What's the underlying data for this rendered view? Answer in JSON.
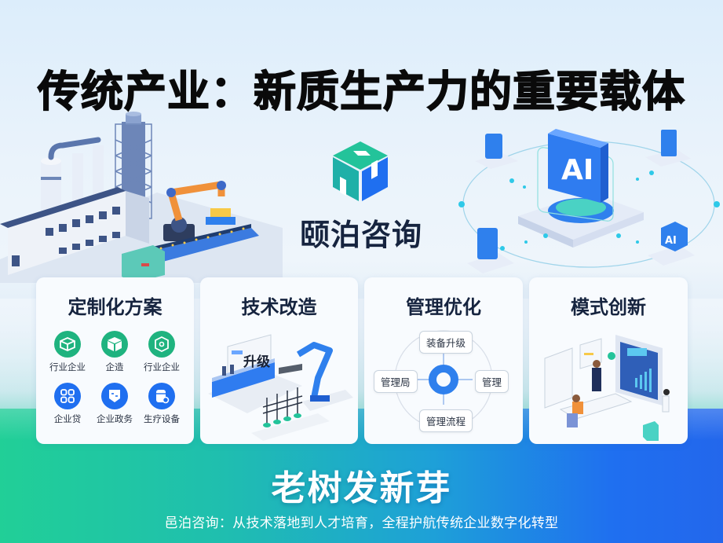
{
  "header": {
    "title": "传统产业：新质生产力的重要载体"
  },
  "brand": {
    "name": "颐泊咨询",
    "logo_icon": "cube-logo-icon",
    "colors": {
      "teal": "#23c39a",
      "blue": "#1f6ff0",
      "navy": "#16243f"
    }
  },
  "hero": {
    "left_illustration": "factory-robot-arm-illustration",
    "right_illustration": "ai-network-illustration",
    "ai_badge_main": "AI",
    "ai_badge_small": "AI"
  },
  "cards": [
    {
      "title": "定制化方案",
      "items": [
        {
          "label": "行业企业",
          "icon": "box-open-icon",
          "color": "#1fb37f"
        },
        {
          "label": "企造",
          "icon": "cube-icon",
          "color": "#1fb37f"
        },
        {
          "label": "行业企业",
          "icon": "hexagon-gear-icon",
          "color": "#1fb37f"
        },
        {
          "label": "企业贷",
          "icon": "grid-apps-icon",
          "color": "#1f6ff0"
        },
        {
          "label": "企业政务",
          "icon": "face-chat-icon",
          "color": "#1f6ff0"
        },
        {
          "label": "生疗设备",
          "icon": "device-cylinder-icon",
          "color": "#1f6ff0"
        }
      ]
    },
    {
      "title": "技术改造",
      "illustration": "production-line-upgrade-illustration",
      "illustration_text": "升级"
    },
    {
      "title": "管理优化",
      "center_icon": "donut-ring-icon",
      "nodes": {
        "top": "装备升级",
        "left": "管理局",
        "right": "管理",
        "bottom": "管理流程"
      }
    },
    {
      "title": "模式创新",
      "illustration": "office-team-dashboard-illustration"
    }
  ],
  "footer": {
    "slogan": "老树发新芽",
    "subtitle": "邑泊咨询：从技术落地到人才培育，全程护航传统企业数字化转型"
  }
}
